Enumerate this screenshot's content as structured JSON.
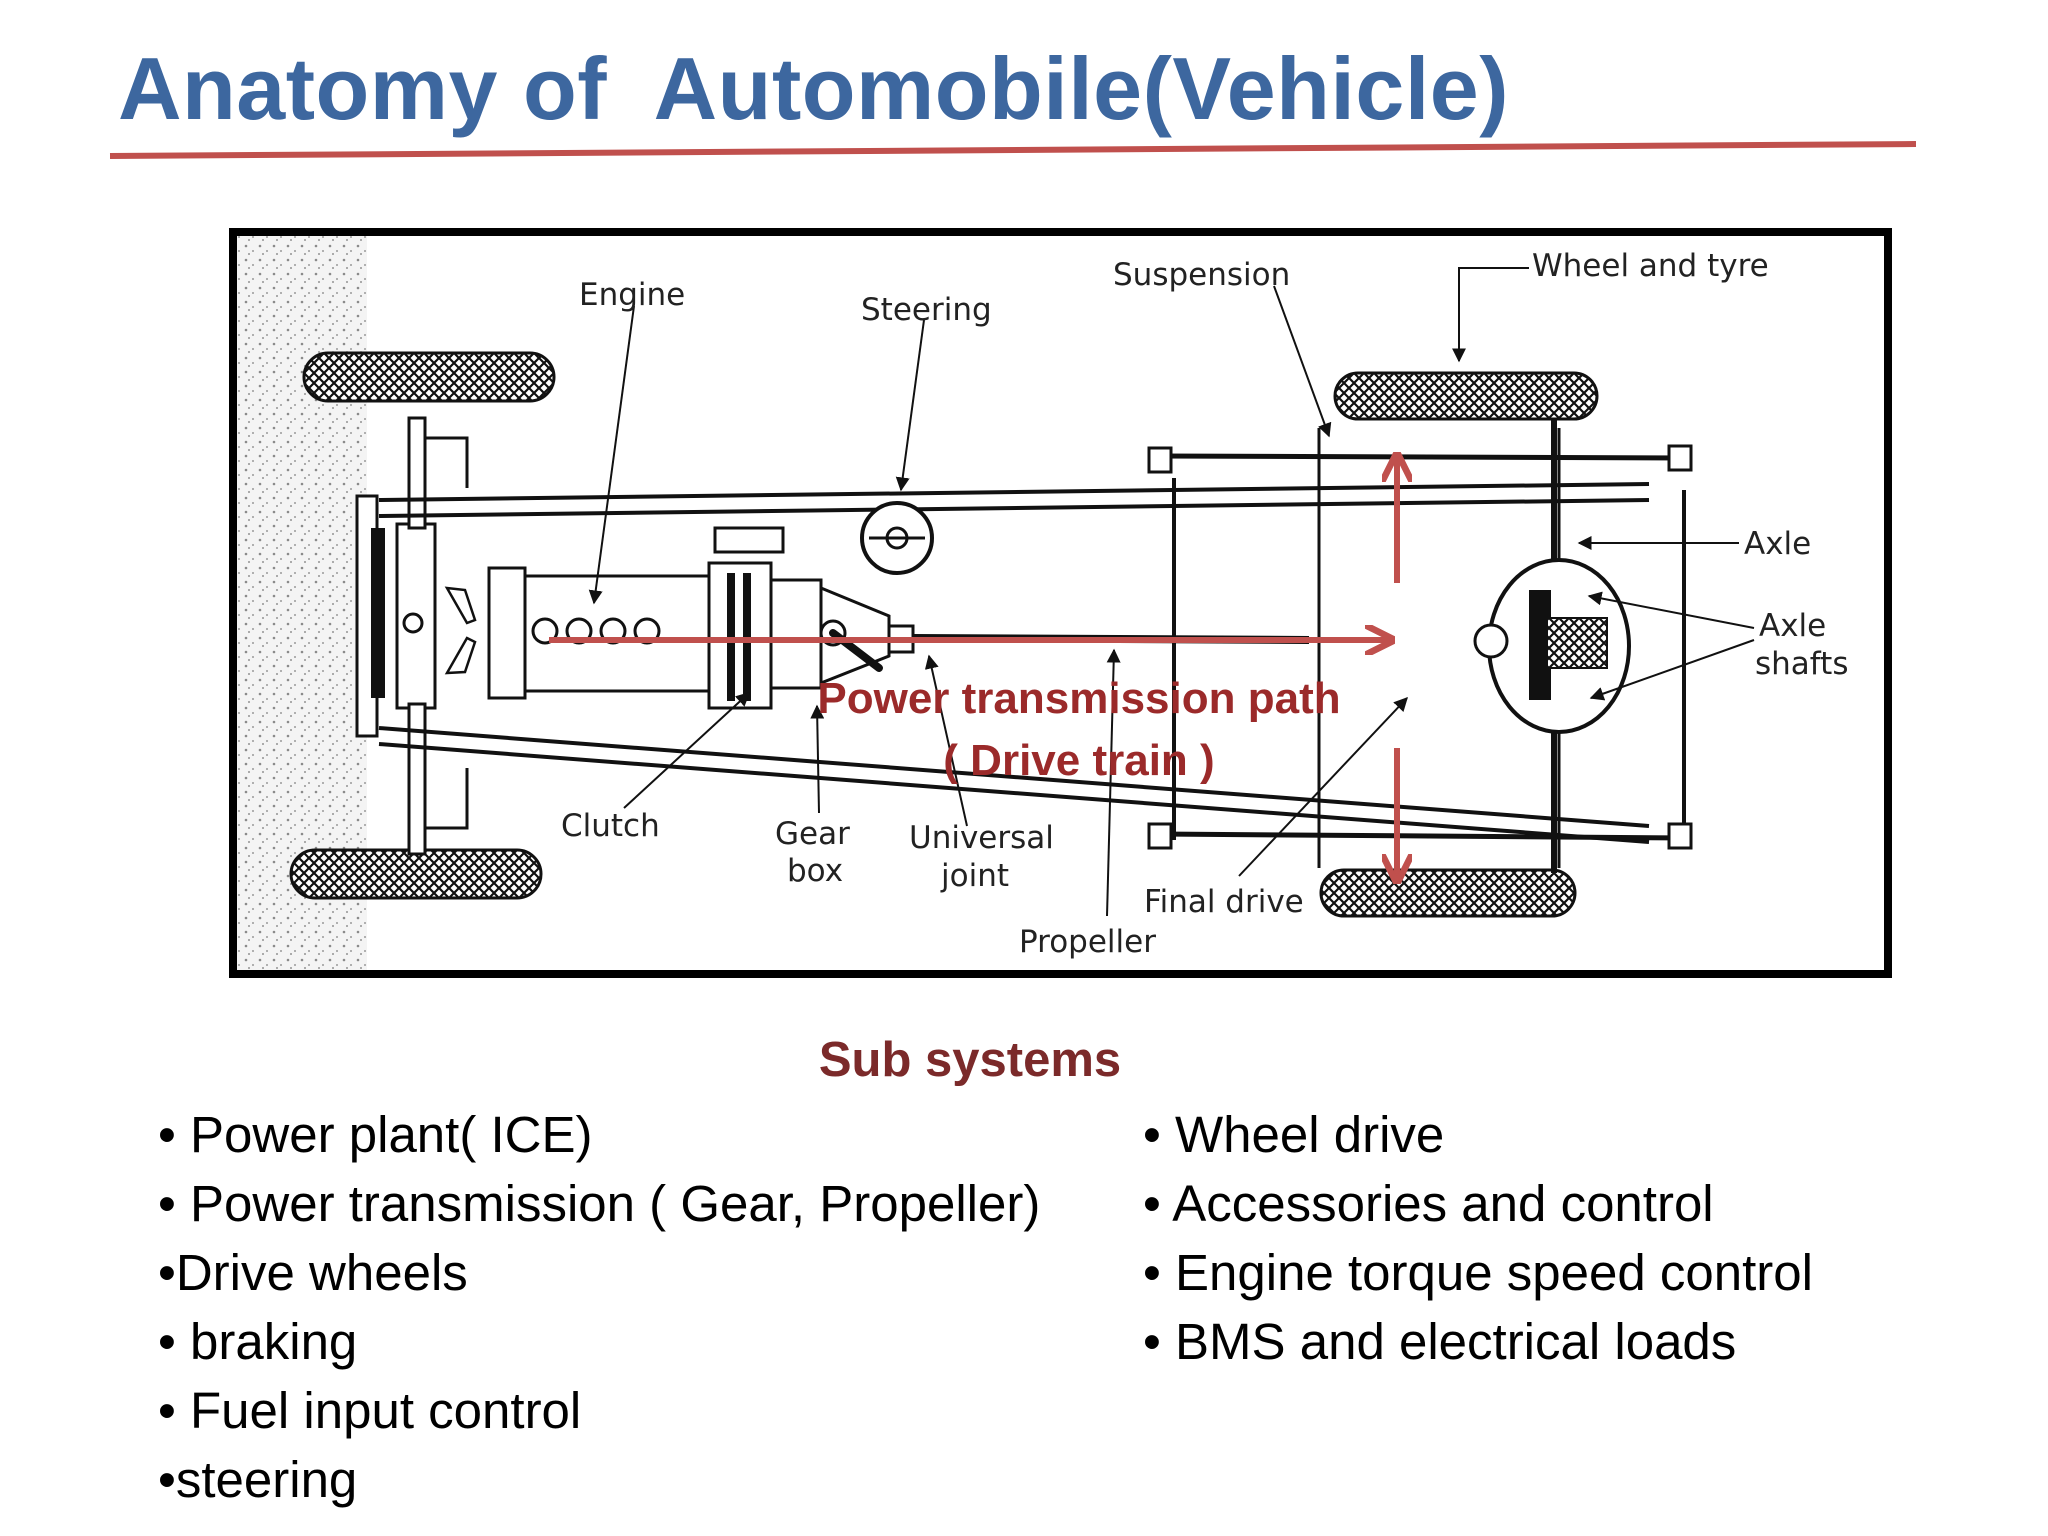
{
  "title": "Anatomy of  Automobile(Vehicle)",
  "colors": {
    "title": "#3d679f",
    "rule": "#c0504d",
    "arrow": "#c0504d",
    "subtitle": "#7b2a2a",
    "path_label": "#9b2a2a"
  },
  "diagram": {
    "labels": {
      "engine": "Engine",
      "steering": "Steering",
      "suspension": "Suspension",
      "wheel_and_tyre": "Wheel and tyre",
      "axle": "Axle",
      "axle_shafts_1": "Axle",
      "axle_shafts_2": "shafts",
      "clutch": "Clutch",
      "gear_box_1": "Gear",
      "gear_box_2": "box",
      "universal_joint_1": "Universal",
      "universal_joint_2": "joint",
      "final_drive": "Final drive",
      "propeller": "Propeller"
    },
    "power_path_1": "Power transmission path",
    "power_path_2": "( Drive train )"
  },
  "subsystems": {
    "title": "Sub systems",
    "left": [
      "• Power plant( ICE)",
      "• Power transmission ( Gear, Propeller)",
      "•Drive wheels",
      "• braking",
      "• Fuel input control",
      "•steering"
    ],
    "right": [
      "• Wheel drive",
      "• Accessories and control",
      "• Engine torque speed control",
      "• BMS and electrical loads"
    ]
  }
}
